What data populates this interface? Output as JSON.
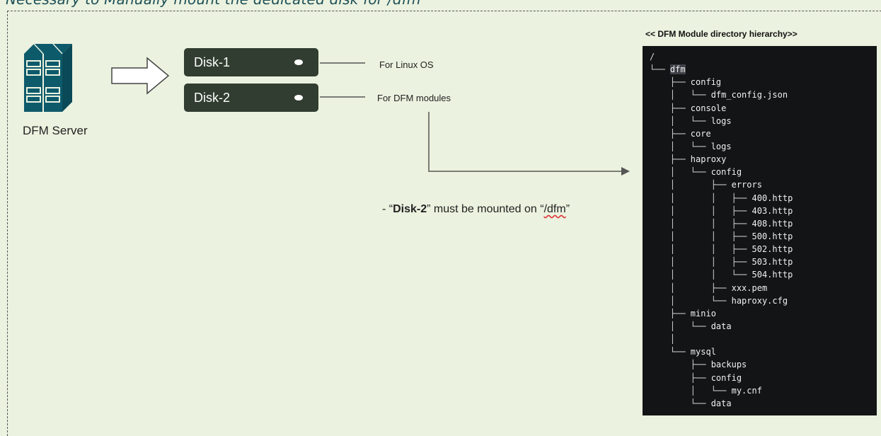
{
  "caption": "Necessary to Manually mount the dedicated disk for /dfm",
  "server": {
    "label": "DFM Server",
    "icon": "server-rack-icon"
  },
  "disks": [
    {
      "label": "Disk-1",
      "note": "For Linux OS"
    },
    {
      "label": "Disk-2",
      "note": "For DFM modules"
    }
  ],
  "mount_note": {
    "prefix": "- “",
    "disk": "Disk-2",
    "middle": "” must be mounted on “",
    "path": "/dfm",
    "suffix": "”"
  },
  "tree": {
    "title": "<< DFM Module directory hierarchy>>",
    "lines": [
      {
        "prefix": "/",
        "name": ""
      },
      {
        "prefix": "└── ",
        "name": "dfm",
        "highlight": true
      },
      {
        "prefix": "    ├── ",
        "name": "config"
      },
      {
        "prefix": "    │   └── ",
        "name": "dfm_config.json"
      },
      {
        "prefix": "    ├── ",
        "name": "console"
      },
      {
        "prefix": "    │   └── ",
        "name": "logs"
      },
      {
        "prefix": "    ├── ",
        "name": "core"
      },
      {
        "prefix": "    │   └── ",
        "name": "logs"
      },
      {
        "prefix": "    ├── ",
        "name": "haproxy"
      },
      {
        "prefix": "    │   └── ",
        "name": "config"
      },
      {
        "prefix": "    │       ├── ",
        "name": "errors"
      },
      {
        "prefix": "    │       │   ├── ",
        "name": "400.http"
      },
      {
        "prefix": "    │       │   ├── ",
        "name": "403.http"
      },
      {
        "prefix": "    │       │   ├── ",
        "name": "408.http"
      },
      {
        "prefix": "    │       │   ├── ",
        "name": "500.http"
      },
      {
        "prefix": "    │       │   ├── ",
        "name": "502.http"
      },
      {
        "prefix": "    │       │   ├── ",
        "name": "503.http"
      },
      {
        "prefix": "    │       │   └── ",
        "name": "504.http"
      },
      {
        "prefix": "    │       ├── ",
        "name": "xxx.pem"
      },
      {
        "prefix": "    │       └── ",
        "name": "haproxy.cfg"
      },
      {
        "prefix": "    ├── ",
        "name": "minio"
      },
      {
        "prefix": "    │   └── ",
        "name": "data"
      },
      {
        "prefix": "    │",
        "name": ""
      },
      {
        "prefix": "    └── ",
        "name": "mysql"
      },
      {
        "prefix": "        ├── ",
        "name": "backups"
      },
      {
        "prefix": "        ├── ",
        "name": "config"
      },
      {
        "prefix": "        │   └── ",
        "name": "my.cnf"
      },
      {
        "prefix": "        └── ",
        "name": "data"
      }
    ]
  },
  "colors": {
    "background": "#ebf2df",
    "disk": "#313d30",
    "server": "#0d5a6b",
    "tree_bg": "#131416"
  }
}
